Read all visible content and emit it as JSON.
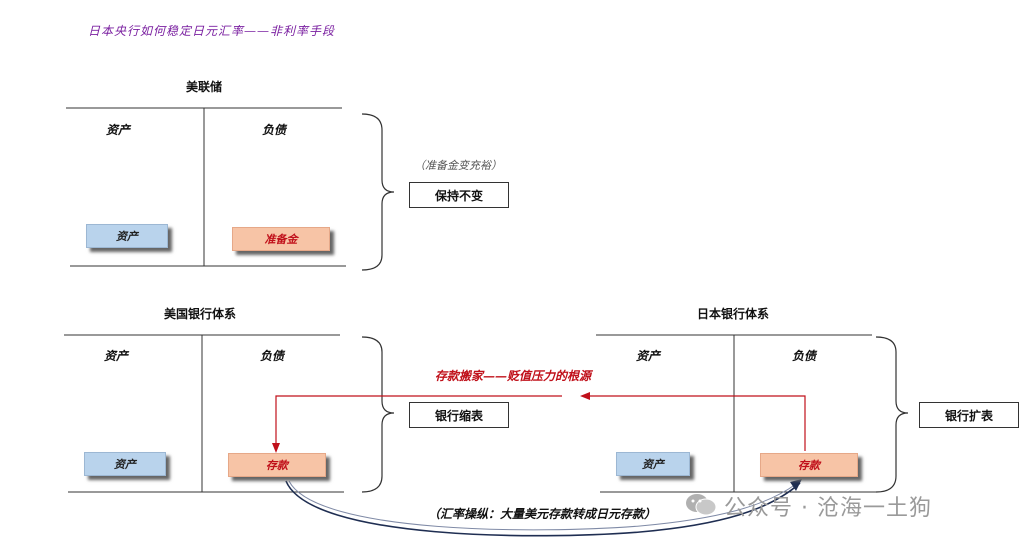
{
  "title": "日本央行如何稳定日元汇率——非利率手段",
  "fed": {
    "heading": "美联储",
    "assets_label": "资产",
    "liabilities_label": "负债",
    "asset_box": "资产",
    "liability_box": "准备金",
    "note": "（准备金变充裕）",
    "result": "保持不变"
  },
  "us_banks": {
    "heading": "美国银行体系",
    "assets_label": "资产",
    "liabilities_label": "负债",
    "asset_box": "资产",
    "liability_box": "存款",
    "result": "银行缩表"
  },
  "jp_banks": {
    "heading": "日本银行体系",
    "assets_label": "资产",
    "liabilities_label": "负债",
    "asset_box": "资产",
    "liability_box": "存款",
    "result": "银行扩表"
  },
  "flow": {
    "arrow_label": "存款搬家——贬值压力的根源",
    "bottom_label": "（汇率操纵：大量美元存款转成日元存款）"
  },
  "watermark": "公众号 · 沧海一土狗"
}
